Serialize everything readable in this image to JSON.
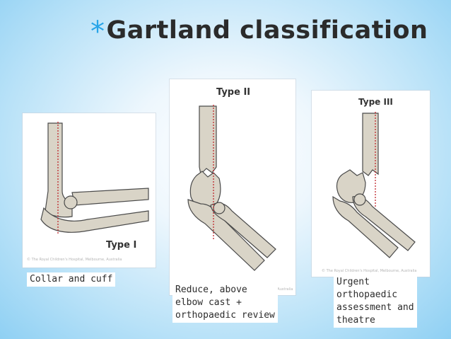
{
  "title": {
    "bullet": "*",
    "text": "Gartland classification"
  },
  "panels": [
    {
      "type_label": "Type I",
      "copyright": "© The Royal Children's Hospital, Melbourne, Australia",
      "caption": "Collar and cuff"
    },
    {
      "type_label": "Type II",
      "copyright": "© The Royal Children's Hospital, Melbourne, Australia",
      "caption_lines": [
        "Reduce, above",
        "elbow cast +",
        "orthopaedic review"
      ]
    },
    {
      "type_label": "Type III",
      "copyright": "© The Royal Children's Hospital, Melbourne, Australia",
      "caption_lines": [
        "Urgent",
        "orthopaedic",
        "assessment and",
        "theatre"
      ]
    }
  ],
  "colors": {
    "accent": "#27a4e8",
    "bone_fill": "#d9d4c7",
    "bone_stroke": "#4a4a4a",
    "reference_line": "#c0272d"
  }
}
